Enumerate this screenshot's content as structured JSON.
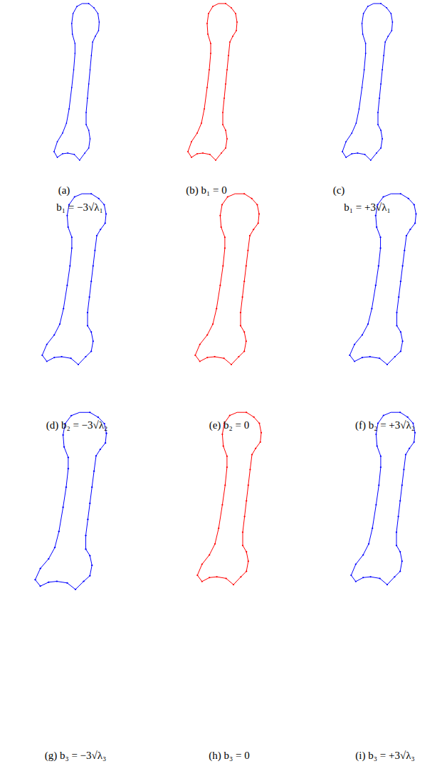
{
  "diagram": {
    "labels": [
      "(a)",
      "b₁ = −3√λ₁",
      "(b) b₁ = 0",
      "(c)",
      "b₁ = +3√λ₁",
      "(d) b₂ = −3√λ₂",
      "(e) b₂ = 0",
      "(f) b₂ = +3√λ₂",
      "(g) b₃ = −3√λ₃",
      "(h) b₃ = 0",
      "(i) b₃ = +3√λ₃"
    ]
  }
}
